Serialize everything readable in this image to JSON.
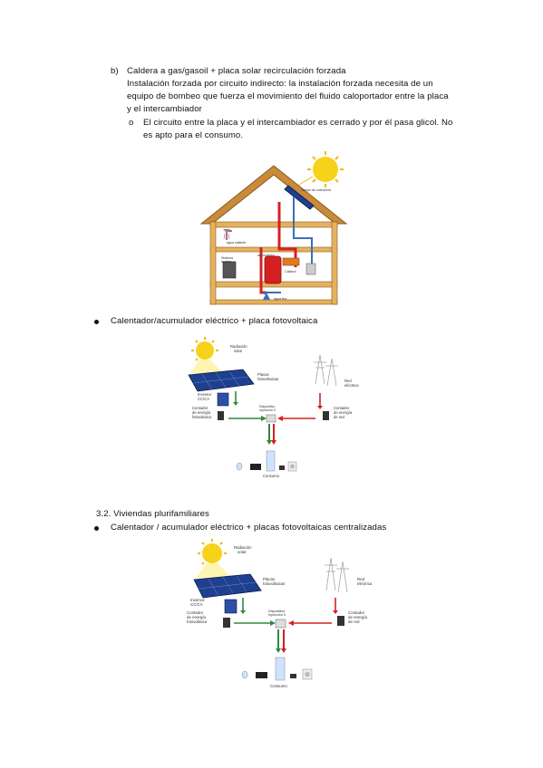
{
  "section_b": {
    "marker": "b)",
    "title": "Caldera a gas/gasoil + placa solar recirculación forzada",
    "para_lines": [
      "Instalación forzada por circuito indirecto: la instalación forzada necesita de un",
      "equipo de bombeo que fuerza el movimiento del fluido caloportador entre la placa",
      "y el intercambiador"
    ],
    "sub_marker": "o",
    "sub_lines": [
      "El circuito entre la placa y el intercambiador es cerrado y por él pasa glicol. No",
      "es apto para el consumo."
    ]
  },
  "house_diagram": {
    "labels": {
      "panels": "campo de\ncolectores",
      "hot_water": "agua\ncaliente",
      "storage": "acumulador",
      "boiler_a": "Sistema",
      "boiler_b": "auxiliar",
      "heater": "Caldera",
      "cold_water": "agua fría"
    }
  },
  "bullet_1": "Calentador/acumulador eléctrico + placa fotovoltaica",
  "pv_diagram_1": {
    "radiation": [
      "Radiación",
      "solar"
    ],
    "panels": [
      "Placas",
      "fotovoltaicas"
    ],
    "grid": [
      "Red",
      "eléctrica"
    ],
    "inverter": [
      "Inversor",
      "CC/CA"
    ],
    "meter_pv": [
      "Contador",
      "de energía",
      "fotovoltaica"
    ],
    "device": [
      "Dispositivo",
      "inyección 0"
    ],
    "meter_grid": [
      "Contador",
      "de energía",
      "de red"
    ],
    "consumption": "Consumo"
  },
  "section_32": "3.2. Viviendas plurifamiliares",
  "bullet_2": "Calentador / acumulador eléctrico + placas fotovoltaicas centralizadas",
  "pv_diagram_2": {
    "radiation": [
      "Radiación",
      "solar"
    ],
    "panels": [
      "Placas",
      "fotovoltaicas"
    ],
    "grid": [
      "Red",
      "eléctrica"
    ],
    "inverter": [
      "Inversor",
      "CC/CA"
    ],
    "meter_pv": [
      "Contador",
      "de energía",
      "fotovoltaica"
    ],
    "device": [
      "Dispositivo",
      "inyección 0"
    ],
    "meter_grid": [
      "Contador",
      "de energía",
      "de red"
    ],
    "consumption": "Consumo"
  },
  "colors": {
    "red": "#d42020",
    "green": "#2f8a3a",
    "sun": "#f7d21a",
    "panel": "#1f3f8f",
    "wood": "#d9a24a"
  }
}
